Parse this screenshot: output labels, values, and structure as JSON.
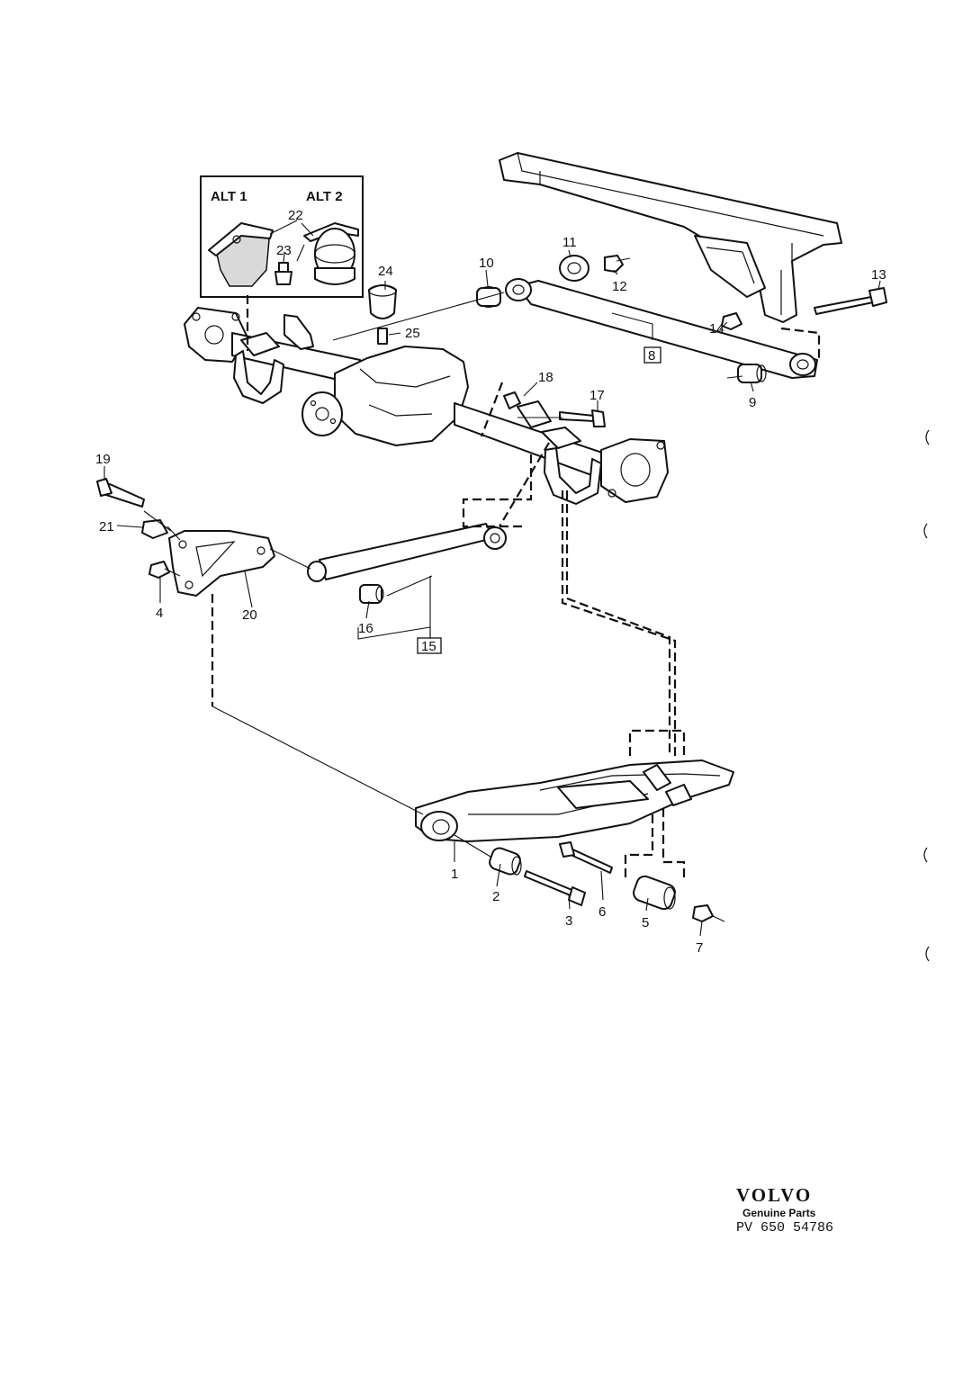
{
  "diagram": {
    "inset_labels": {
      "alt1": "ALT 1",
      "alt2": "ALT 2"
    },
    "part_numbers": {
      "p1": "1",
      "p2": "2",
      "p3": "3",
      "p4": "4",
      "p5": "5",
      "p6": "6",
      "p7": "7",
      "p8": "8",
      "p9": "9",
      "p10": "10",
      "p11": "11",
      "p12": "12",
      "p13": "13",
      "p14": "14",
      "p15": "15",
      "p16": "16",
      "p17": "17",
      "p18": "18",
      "p19": "19",
      "p20": "20",
      "p21": "21",
      "p22": "22",
      "p23": "23",
      "p24": "24",
      "p25": "25"
    }
  },
  "branding": {
    "brand": "VOLVO",
    "subtitle": "Genuine Parts",
    "doc_number": "PV 650 54786"
  }
}
